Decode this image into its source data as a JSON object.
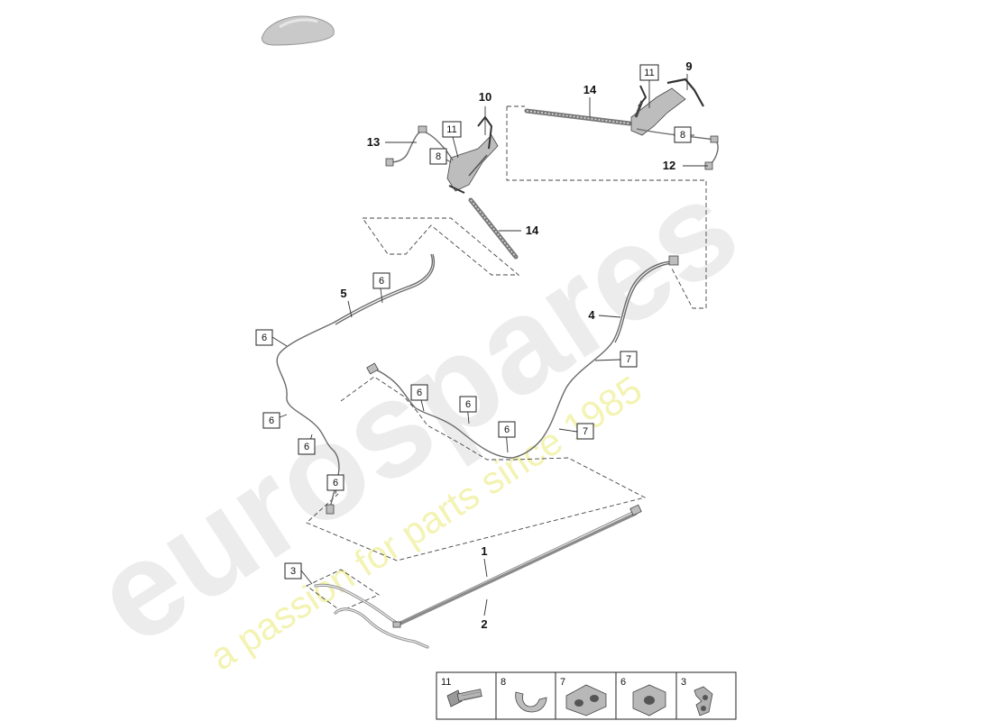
{
  "watermark": {
    "brand": "eurospares",
    "tagline": "a passion for parts since 1985"
  },
  "callouts": [
    {
      "id": "c1",
      "label": "1"
    },
    {
      "id": "c2",
      "label": "2"
    },
    {
      "id": "c4",
      "label": "4"
    },
    {
      "id": "c5",
      "label": "5"
    },
    {
      "id": "c9",
      "label": "9"
    },
    {
      "id": "c10",
      "label": "10"
    },
    {
      "id": "c12",
      "label": "12"
    },
    {
      "id": "c13",
      "label": "13"
    },
    {
      "id": "c14a",
      "label": "14"
    },
    {
      "id": "c14b",
      "label": "14"
    }
  ],
  "boxed_callouts": [
    {
      "id": "b3",
      "label": "3"
    },
    {
      "id": "b6a",
      "label": "6"
    },
    {
      "id": "b6b",
      "label": "6"
    },
    {
      "id": "b6c",
      "label": "6"
    },
    {
      "id": "b6d",
      "label": "6"
    },
    {
      "id": "b6e",
      "label": "6"
    },
    {
      "id": "b6f",
      "label": "6"
    },
    {
      "id": "b6g",
      "label": "6"
    },
    {
      "id": "b6h",
      "label": "6"
    },
    {
      "id": "b7a",
      "label": "7"
    },
    {
      "id": "b7b",
      "label": "7"
    },
    {
      "id": "b8a",
      "label": "8"
    },
    {
      "id": "b8b",
      "label": "8"
    },
    {
      "id": "b11a",
      "label": "11"
    },
    {
      "id": "b11b",
      "label": "11"
    }
  ],
  "legend": [
    {
      "label": "11",
      "icon": "bolt-icon"
    },
    {
      "label": "8",
      "icon": "clip-icon"
    },
    {
      "label": "7",
      "icon": "double-clamp-icon"
    },
    {
      "label": "6",
      "icon": "single-clamp-icon"
    },
    {
      "label": "3",
      "icon": "bracket-clip-icon"
    }
  ]
}
